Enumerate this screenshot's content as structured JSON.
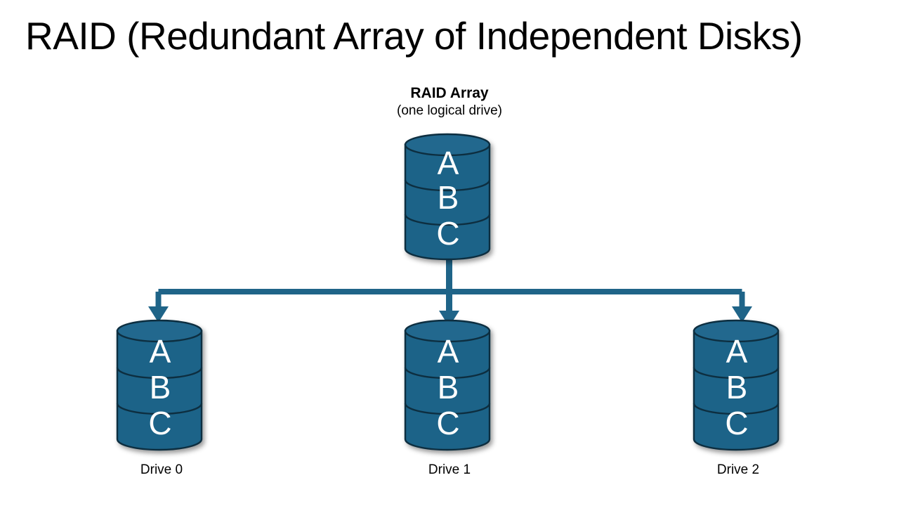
{
  "slide": {
    "background": "#ffffff",
    "title": "RAID (Redundant Array of Independent Disks)"
  },
  "colors": {
    "disk_fill": "#1F6488",
    "disk_fill_dark": "#1B5877",
    "disk_top_fill": "#22688E",
    "disk_outline": "#0C2E3F",
    "connector": "#1F6488",
    "text_dark": "#000000",
    "letter": "#ffffff"
  },
  "array": {
    "caption_main": "RAID Array",
    "caption_sub": "(one logical drive)",
    "segments": [
      "A",
      "B",
      "C"
    ]
  },
  "drives": [
    {
      "label": "Drive 0",
      "segments": [
        "A",
        "B",
        "C"
      ]
    },
    {
      "label": "Drive 1",
      "segments": [
        "A",
        "B",
        "C"
      ]
    },
    {
      "label": "Drive 2",
      "segments": [
        "A",
        "B",
        "C"
      ]
    }
  ]
}
